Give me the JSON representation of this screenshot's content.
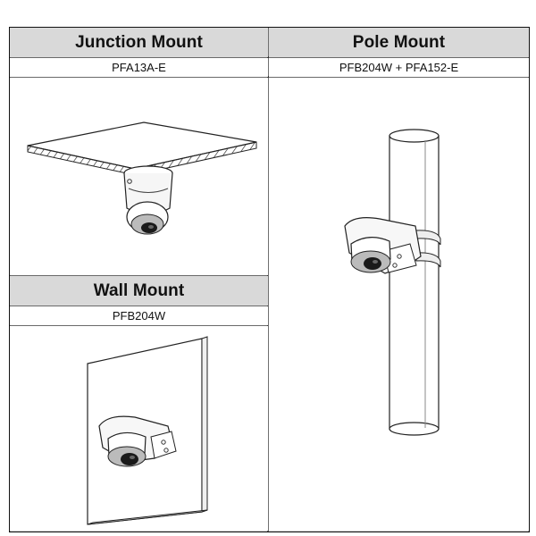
{
  "mounts": [
    {
      "title": "Junction Mount",
      "model": "PFA13A-E",
      "illustration": "ceiling-junction-illustration"
    },
    {
      "title": "Pole Mount",
      "model": "PFB204W + PFA152-E",
      "illustration": "pole-mount-illustration"
    },
    {
      "title": "Wall Mount",
      "model": "PFB204W",
      "illustration": "wall-mount-illustration"
    }
  ]
}
